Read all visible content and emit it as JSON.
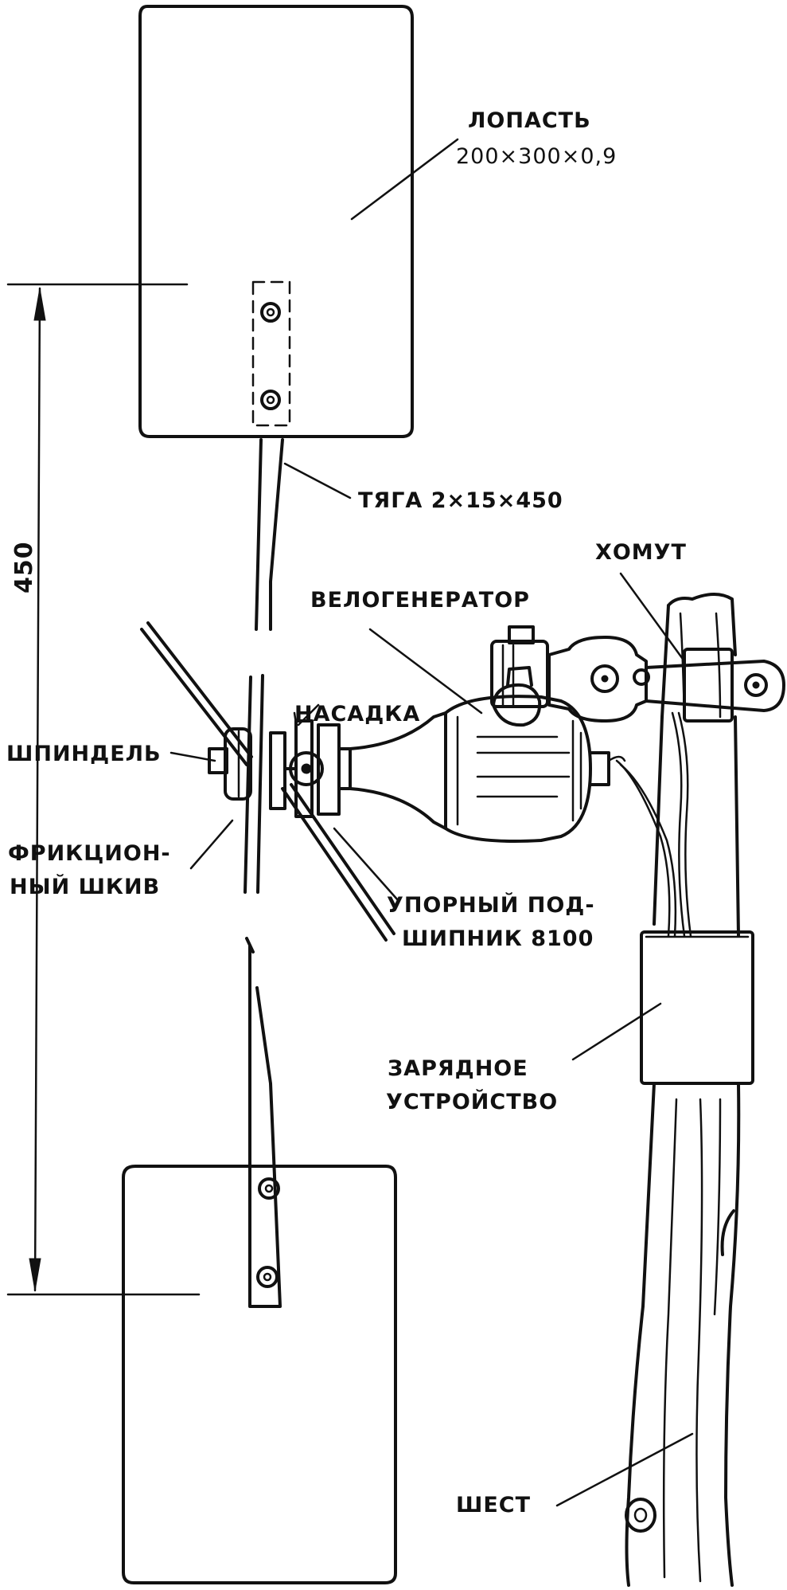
{
  "labels": {
    "blade": "ЛОПАСТЬ",
    "blade_size": "200×300×0,9",
    "rod": "ТЯГА  2×15×450",
    "clamp": "ХОМУТ",
    "bike_generator": "ВЕЛОГЕНЕРАТОР",
    "nozzle": "НАСАДКА",
    "spindle": "ШПИНДЕЛЬ",
    "friction_pulley_1": "ФРИКЦИОН-",
    "friction_pulley_2": "НЫЙ ШКИВ",
    "thrust_bearing_1": "УПОРНЫЙ ПОД-",
    "thrust_bearing_2": "ШИПНИК 8100",
    "charger_1": "ЗАРЯДНОЕ",
    "charger_2": "УСТРОЙСТВО",
    "pole": "ШЕСТ",
    "dimension": "450"
  },
  "colors": {
    "ink": "#111111",
    "paper": "#ffffff"
  }
}
